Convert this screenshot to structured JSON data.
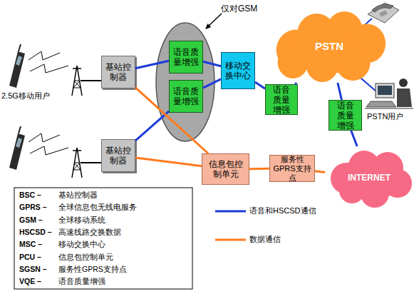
{
  "diagram": {
    "nodes": [
      {
        "text": [
          "基站控制器"
        ]
      },
      {
        "text": [
          "仅对GSM"
        ]
      },
      {
        "text": [
          "语音质量增强"
        ],
        "in": 1
      },
      {
        "text": [
          "语音质量增强"
        ],
        "in": 1
      },
      {
        "text": [
          "移动交换中心"
        ]
      },
      {
        "text": [
          "PSTN"
        ]
      },
      {
        "text": [
          "语音质量增强"
        ]
      },
      {
        "text": [
          "语音质量增强"
        ]
      },
      {
        "text": [
          "基站控制器"
        ]
      },
      {
        "text": [
          "信息包控制单元"
        ]
      },
      {
        "text": [
          "服务性GPRS支持点"
        ]
      },
      {
        "text": [
          "INTERNET"
        ]
      }
    ],
    "edges": [
      {
        "from": 0,
        "to": 2,
        "arrow": "none"
      },
      {
        "from": 8,
        "to": 3,
        "arrow": "none"
      },
      {
        "from": 2,
        "to": 4,
        "arrow": "none"
      },
      {
        "from": 3,
        "to": 4,
        "arrow": "none"
      },
      {
        "from": 4,
        "to": 6,
        "arrow": "none"
      },
      {
        "from": 6,
        "to": 5,
        "arrow": "none"
      },
      {
        "from": 5,
        "to": 7,
        "arrow": "none"
      },
      {
        "from": 7,
        "to": 11,
        "arrow": "none"
      },
      {
        "from": 0,
        "to": 9,
        "arrow": "none"
      },
      {
        "from": 8,
        "to": 9,
        "arrow": "none"
      },
      {
        "from": 9,
        "to": 10,
        "arrow": "none"
      },
      {
        "from": 10,
        "to": 11,
        "arrow": "none"
      }
    ],
    "labels": [
      "2.5G移动用户",
      "PSTN用户",
      "BSC –",
      "基站控制器",
      "GPRS –",
      "全球信息包无线电服务",
      "GSM –",
      "全球移动系统",
      "HSCSD –",
      "高速线路交换数据",
      "MSC –",
      "移动交换中心",
      "PCU –",
      "信息包控制单元",
      "SGSN –",
      "服务性GPRS支持点",
      "VQE –",
      "语音质量增强"
    ],
    "legend": [
      {
        "text": "语音和HSCSD通信"
      },
      {
        "text": "数据通信"
      }
    ]
  }
}
